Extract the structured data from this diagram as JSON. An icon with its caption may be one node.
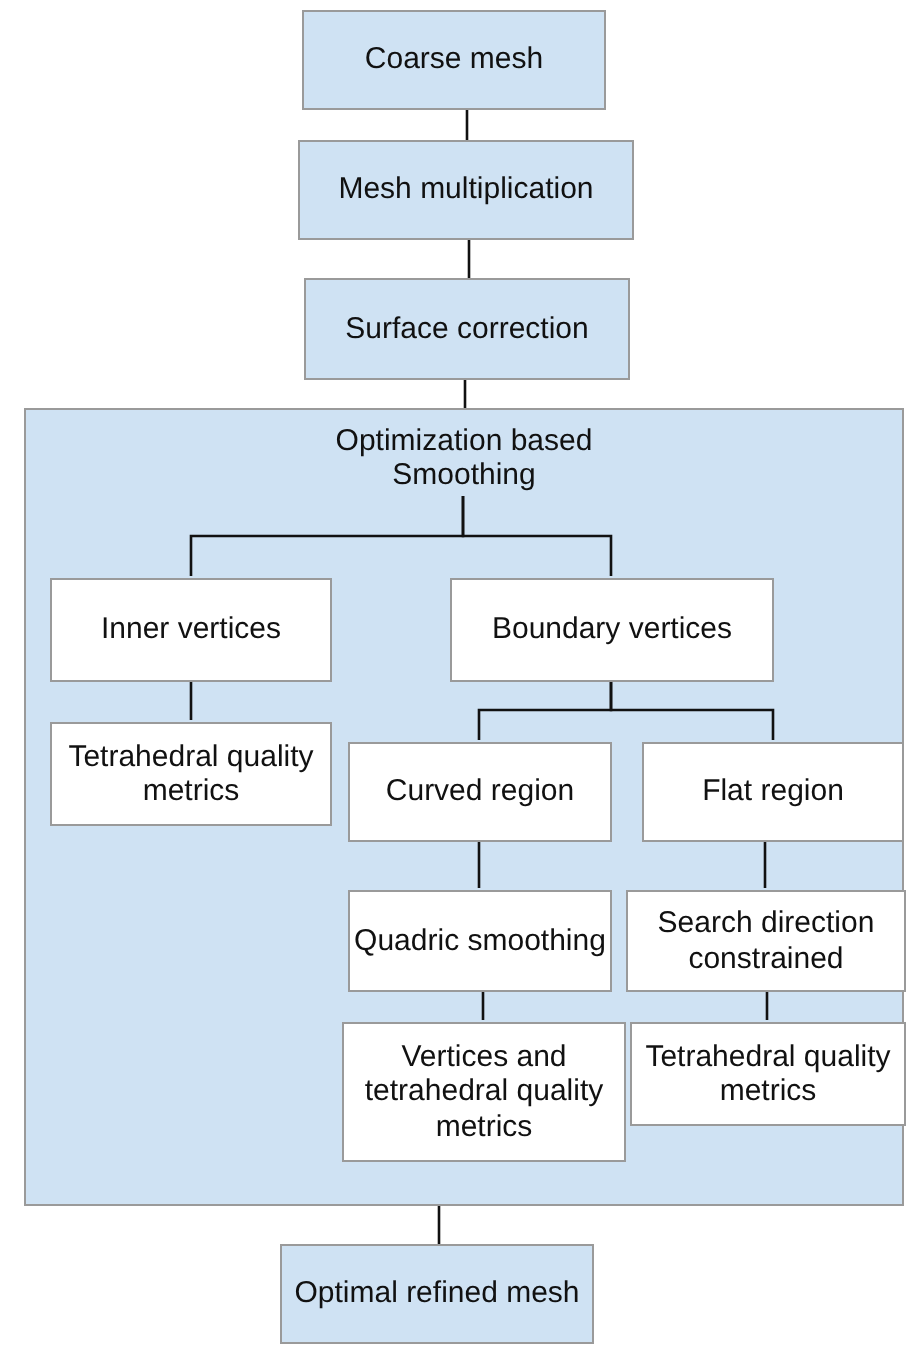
{
  "diagram": {
    "nodes": [
      {
        "text": [
          "Coarse mesh"
        ]
      },
      {
        "text": [
          "Mesh multiplication"
        ]
      },
      {
        "text": [
          "Surface correction"
        ]
      },
      {
        "text": [],
        "shape": "box"
      },
      {
        "text": [
          "Optimization based Smoothing"
        ],
        "in": 3
      },
      {
        "text": [
          "Inner vertices"
        ],
        "in": 3
      },
      {
        "text": [
          "Boundary vertices"
        ],
        "in": 3
      },
      {
        "text": [
          "Tetrahedral quality metrics"
        ],
        "in": 3
      },
      {
        "text": [
          "Curved region"
        ],
        "in": 3
      },
      {
        "text": [
          "Flat region"
        ],
        "in": 3
      },
      {
        "text": [
          "Quadric smoothing"
        ],
        "in": 3
      },
      {
        "text": [
          "Search direction constrained"
        ],
        "in": 3
      },
      {
        "text": [
          "Vertices and tetrahedral quality metrics"
        ],
        "in": 3
      },
      {
        "text": [
          "Tetrahedral quality metrics"
        ],
        "in": 3
      },
      {
        "text": [
          "Optimal refined mesh"
        ]
      }
    ],
    "edges": [
      {
        "from": 0,
        "to": 1,
        "arrow": "none"
      },
      {
        "from": 1,
        "to": 2,
        "arrow": "none"
      },
      {
        "from": 2,
        "to": 3,
        "arrow": "none"
      },
      {
        "from": 4,
        "to": 5,
        "arrow": "none"
      },
      {
        "from": 4,
        "to": 6,
        "arrow": "none"
      },
      {
        "from": 5,
        "to": 7,
        "arrow": "none"
      },
      {
        "from": 6,
        "to": 8,
        "arrow": "none"
      },
      {
        "from": 6,
        "to": 9,
        "arrow": "none"
      },
      {
        "from": 8,
        "to": 10,
        "arrow": "none"
      },
      {
        "from": 10,
        "to": 12,
        "arrow": "none"
      },
      {
        "from": 9,
        "to": 11,
        "arrow": "none"
      },
      {
        "from": 11,
        "to": 13,
        "arrow": "none"
      },
      {
        "from": 3,
        "to": 14,
        "arrow": "none"
      }
    ]
  }
}
